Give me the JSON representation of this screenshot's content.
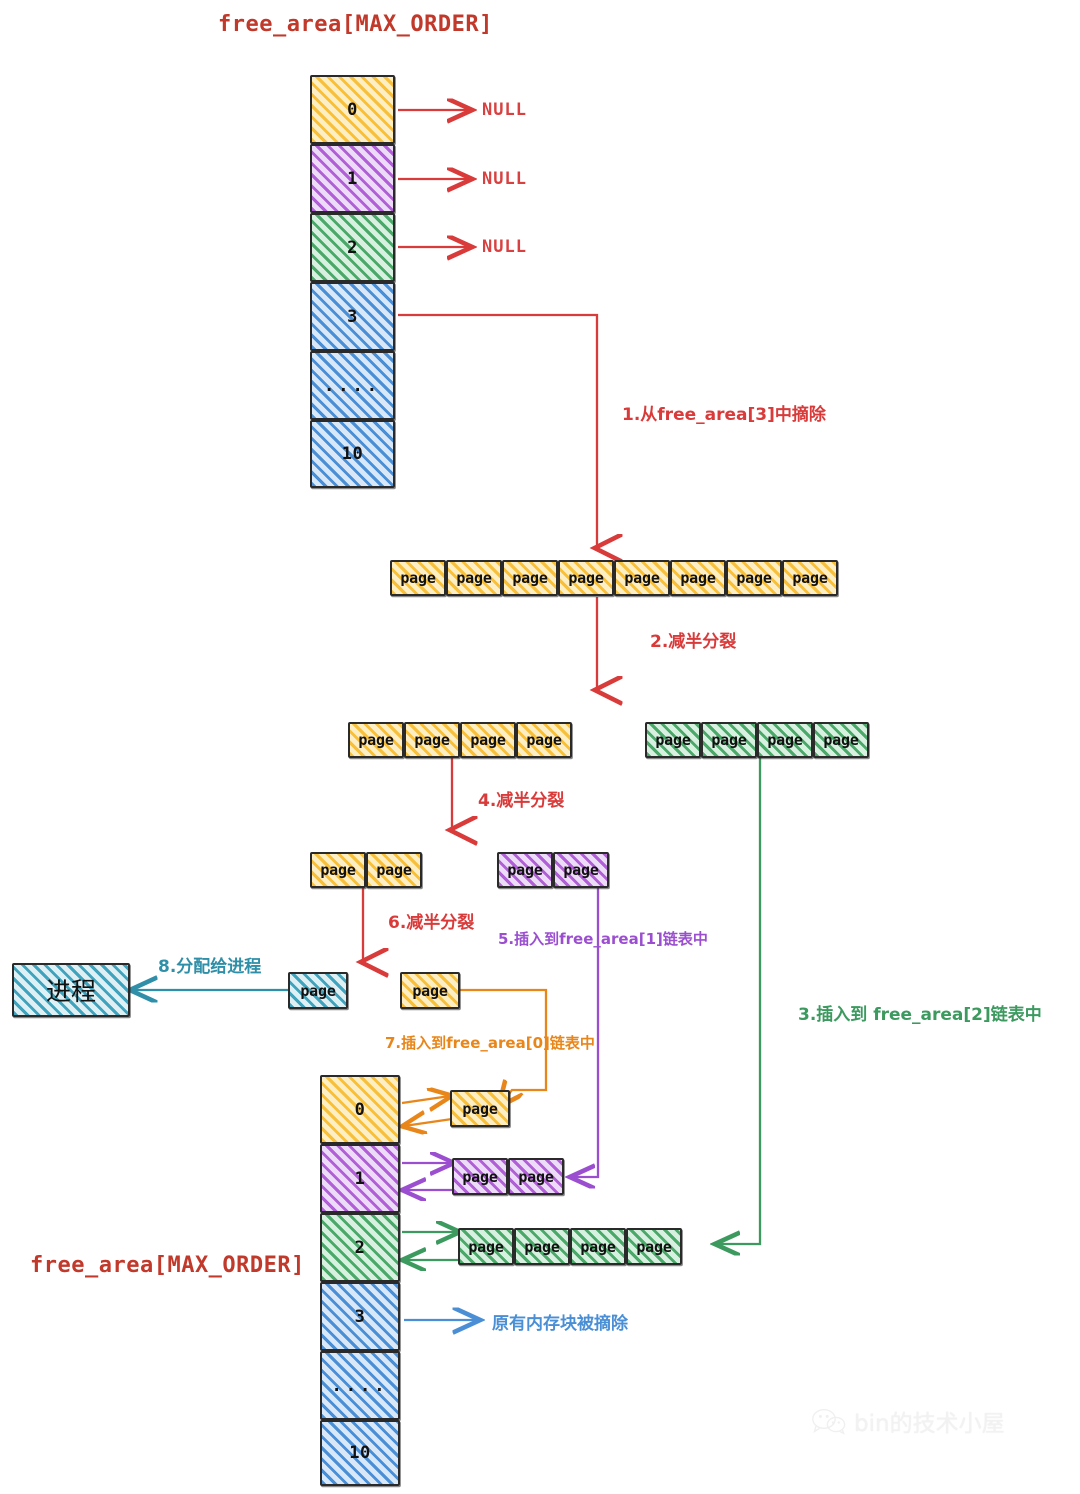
{
  "titles": {
    "top": "free_area[MAX_ORDER]",
    "bottom": "free_area[MAX_ORDER]"
  },
  "top_array": {
    "cells": [
      {
        "label": "0",
        "color": "yellow"
      },
      {
        "label": "1",
        "color": "purple"
      },
      {
        "label": "2",
        "color": "green"
      },
      {
        "label": "3",
        "color": "blue"
      },
      {
        "label": "....",
        "color": "blue"
      },
      {
        "label": "10",
        "color": "blue"
      }
    ],
    "null_labels": [
      "NULL",
      "NULL",
      "NULL"
    ]
  },
  "bottom_array": {
    "cells": [
      {
        "label": "0",
        "color": "yellow"
      },
      {
        "label": "1",
        "color": "purple"
      },
      {
        "label": "2",
        "color": "green"
      },
      {
        "label": "3",
        "color": "blue"
      },
      {
        "label": "....",
        "color": "blue"
      },
      {
        "label": "10",
        "color": "blue"
      }
    ]
  },
  "page_label": "page",
  "blocks": {
    "order3_yellow": {
      "count": 8,
      "color": "yellow"
    },
    "order2_yellow": {
      "count": 4,
      "color": "yellow"
    },
    "order2_green": {
      "count": 4,
      "color": "green"
    },
    "order1_yellow": {
      "count": 2,
      "color": "yellow"
    },
    "order1_purple": {
      "count": 2,
      "color": "purple"
    },
    "order0_cyan": {
      "count": 1,
      "color": "cyan"
    },
    "order0_yellow": {
      "count": 1,
      "color": "yellow"
    },
    "list0_yellow": {
      "count": 1,
      "color": "yellow"
    },
    "list1_purple": {
      "count": 2,
      "color": "purple"
    },
    "list2_green": {
      "count": 4,
      "color": "green"
    }
  },
  "steps": {
    "s1": "1.从free_area[3]中摘除",
    "s2": "2.减半分裂",
    "s3": "3.插入到 free_area[2]链表中",
    "s4": "4.减半分裂",
    "s5": "5.插入到free_area[1]链表中",
    "s6": "6.减半分裂",
    "s7": "7.插入到free_area[0]链表中",
    "s8": "8.分配给进程"
  },
  "process_box": {
    "label": "进程"
  },
  "note_removed": "原有内存块被摘除",
  "watermark": {
    "text": "bin的技术小屋",
    "icon": "wechat-icon"
  },
  "colors": {
    "red": "#d93a3a",
    "title_red": "#c0392b",
    "purple": "#9b4fd0",
    "green": "#3c9a5f",
    "orange": "#e8861a",
    "teal": "#2f8fa8",
    "blue": "#4a8fd6"
  }
}
